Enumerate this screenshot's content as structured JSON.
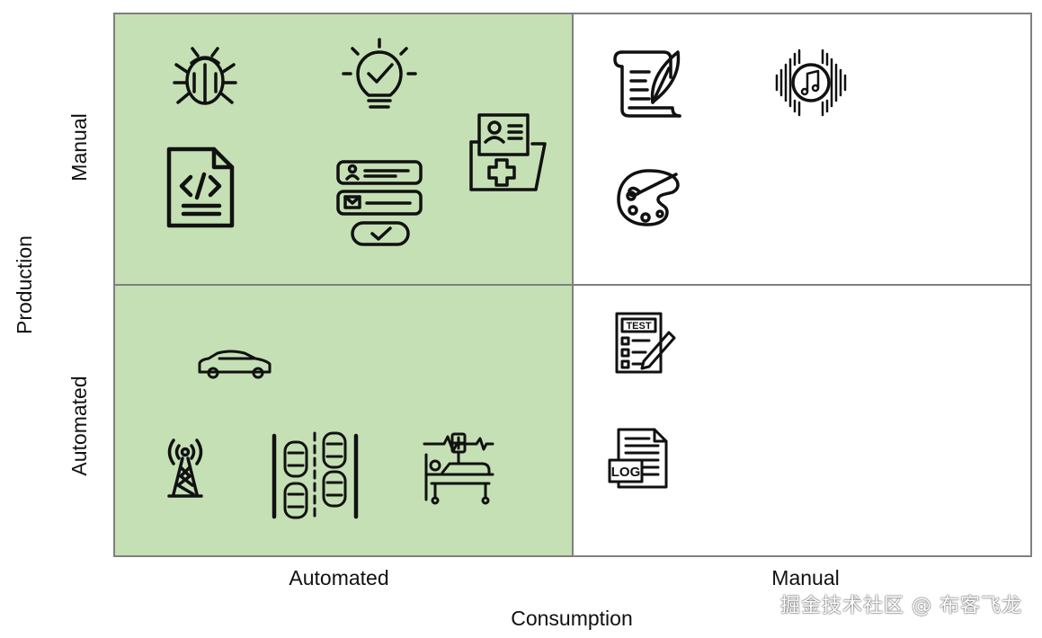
{
  "diagram": {
    "colors": {
      "green_fill": "#c5e0b4",
      "grid_line": "#7f7f7f",
      "icon": "#111111"
    },
    "axes": {
      "x_title": "Consumption",
      "y_title": "Production",
      "x_labels": [
        "Automated",
        "Manual"
      ],
      "y_labels": [
        "Manual",
        "Automated"
      ]
    },
    "quadrants": {
      "manual_production_automated_consumption": {
        "shaded": true,
        "icons": [
          "bug-icon",
          "lightbulb-check-icon",
          "code-document-icon",
          "form-fields-icon",
          "medical-folder-icon"
        ]
      },
      "manual_production_manual_consumption": {
        "shaded": false,
        "icons": [
          "scroll-quill-icon",
          "music-sound-icon",
          "paint-palette-icon"
        ]
      },
      "automated_production_automated_consumption": {
        "shaded": true,
        "icons": [
          "car-icon",
          "radio-tower-icon",
          "traffic-lanes-icon",
          "hospital-bed-monitor-icon"
        ]
      },
      "automated_production_manual_consumption": {
        "shaded": false,
        "icons": [
          "test-sheet-icon",
          "log-file-icon"
        ]
      }
    },
    "icon_text": {
      "test": "TEST",
      "log": "LOG"
    }
  },
  "watermark": "掘金技术社区 @ 布客飞龙"
}
